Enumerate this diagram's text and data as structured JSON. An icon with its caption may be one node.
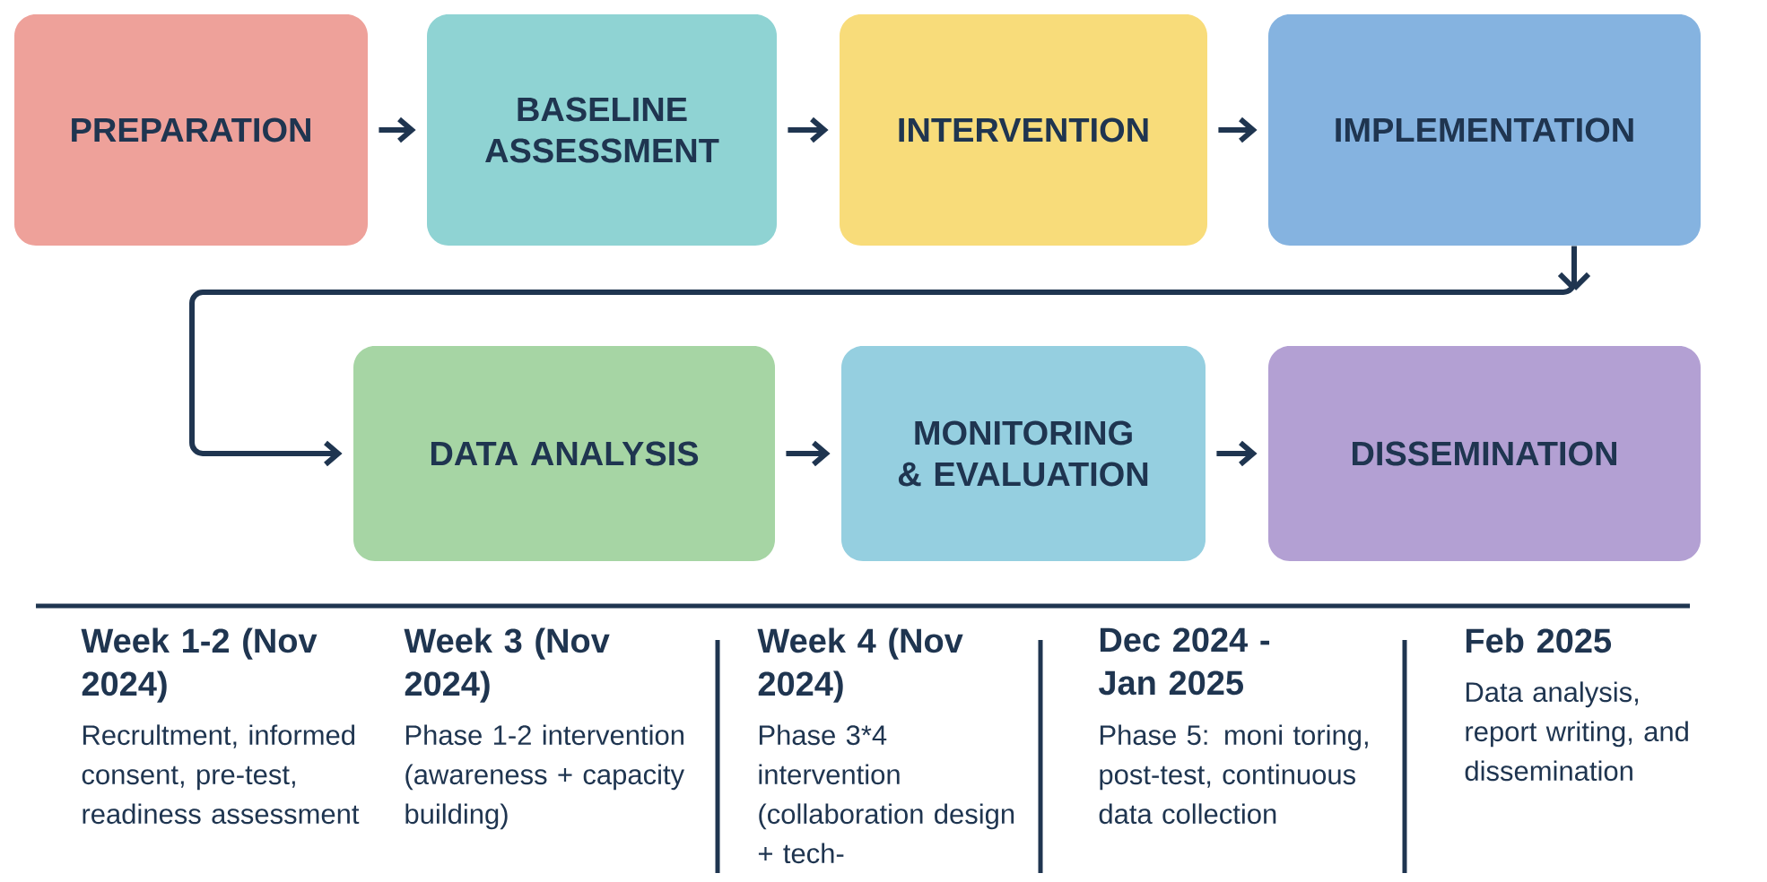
{
  "diagram": {
    "nodes": [
      {
        "text": [
          "PREPARATION"
        ]
      },
      {
        "text": [
          "BASELINE ASSESSMENT"
        ]
      },
      {
        "text": [
          "INTERVENTION"
        ]
      },
      {
        "text": [
          "IMPLEMENTATION"
        ]
      },
      {
        "text": [
          "DATA ANALYSIS"
        ]
      },
      {
        "text": [
          "MONITORING & EVALUATION"
        ]
      },
      {
        "text": [
          "DISSEMINATION"
        ]
      }
    ],
    "edges": [
      {
        "from": 0,
        "to": 1,
        "arrow": "to"
      },
      {
        "from": 1,
        "to": 2,
        "arrow": "to"
      },
      {
        "from": 2,
        "to": 3,
        "arrow": "to"
      },
      {
        "from": 3,
        "to": 4,
        "arrow": "to"
      },
      {
        "from": 4,
        "to": 5,
        "arrow": "to"
      },
      {
        "from": 5,
        "to": 6,
        "arrow": "to"
      }
    ],
    "labels": [
      "Week 1-2 (Nov 2024)",
      "Recrultment, informed consent, pre-test, readiness assessment",
      "Week 3 (Nov 2024)",
      "Phase 1-2 intervention (awareness + capacity building)",
      "Week 4 (Nov 2024)",
      "Phase 3*4 intervention (collaboration design + tech-",
      "Dec 2024 - Jan 2025",
      "Phase 5: moni toring, post-test, continuous data collection",
      "Feb 2025",
      "Data analysis, report writing, and dissemination"
    ]
  }
}
